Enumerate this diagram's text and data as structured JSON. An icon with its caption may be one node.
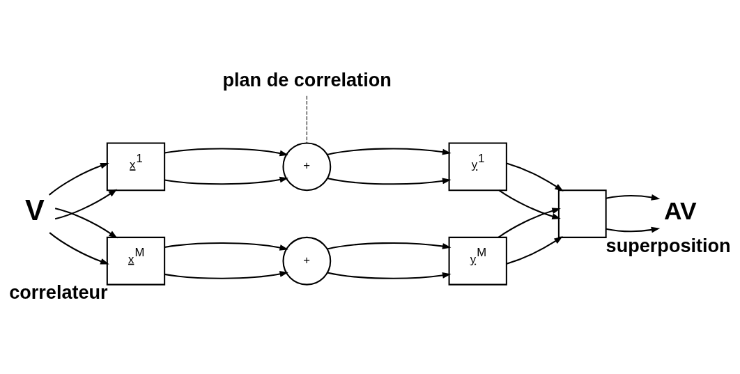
{
  "diagram": {
    "nodes": [
      {
        "text": [
          "V"
        ]
      },
      {
        "text": [
          "x$^{1}$"
        ]
      },
      {
        "text": [
          "x$^{M}$"
        ],
        "beside": [
          "correlateur"
        ]
      },
      {
        "text": [
          "+"
        ]
      },
      {
        "text": [
          "+"
        ]
      },
      {
        "text": [
          "y$^{1}$"
        ]
      },
      {
        "text": [
          "y$^{M}$"
        ]
      },
      {
        "text": [],
        "shape": "box",
        "beside": [
          "superposition"
        ]
      },
      {
        "text": [
          "AV"
        ]
      }
    ],
    "edges": [
      {
        "from": 0,
        "to": 1,
        "arrow": "to"
      },
      {
        "from": 0,
        "to": 2,
        "arrow": "to"
      },
      {
        "from": 0,
        "to": 1,
        "arrow": "to"
      },
      {
        "from": 0,
        "to": 2,
        "arrow": "to"
      },
      {
        "from": 1,
        "to": 3,
        "arrow": "to"
      },
      {
        "from": 1,
        "to": 3,
        "arrow": "to"
      },
      {
        "from": 2,
        "to": 4,
        "arrow": "to"
      },
      {
        "from": 2,
        "to": 4,
        "arrow": "to"
      },
      {
        "from": 3,
        "to": 5,
        "arrow": "to"
      },
      {
        "from": 3,
        "to": 5,
        "arrow": "to"
      },
      {
        "from": 4,
        "to": 6,
        "arrow": "to"
      },
      {
        "from": 4,
        "to": 6,
        "arrow": "to"
      },
      {
        "from": 5,
        "to": 7,
        "arrow": "to"
      },
      {
        "from": 5,
        "to": 7,
        "arrow": "to"
      },
      {
        "from": 6,
        "to": 7,
        "arrow": "to"
      },
      {
        "from": 6,
        "to": 7,
        "arrow": "to"
      },
      {
        "from": 7,
        "to": 8,
        "arrow": "to"
      },
      {
        "from": 7,
        "to": 8,
        "arrow": "to"
      }
    ],
    "labels": [
      "plan de correlation"
    ]
  }
}
